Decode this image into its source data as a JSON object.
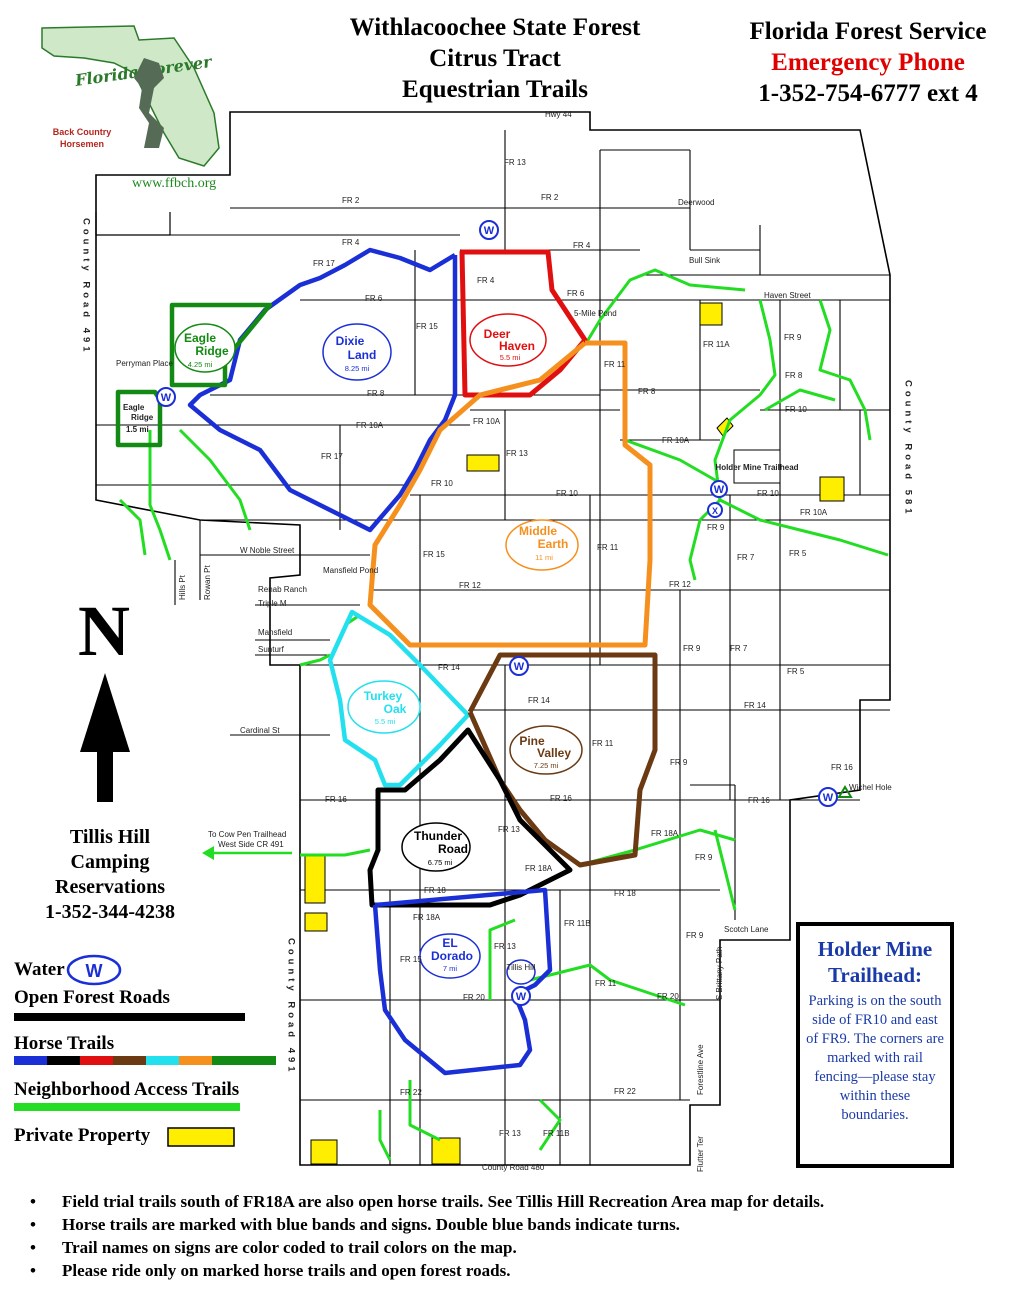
{
  "title": {
    "line1": "Withlacoochee State Forest",
    "line2": "Citrus Tract",
    "line3": "Equestrian Trails"
  },
  "agency": {
    "name": "Florida Forest Service",
    "emergency_label": "Emergency Phone",
    "phone": "1-352-754-6777 ext 4"
  },
  "logo": {
    "script_text": "Florida Forever",
    "org_line1": "Back Country",
    "org_line2": "Horsemen",
    "url": "www.ffbch.org"
  },
  "north": "N",
  "camping": {
    "line1": "Tillis Hill",
    "line2": "Camping",
    "line3": "Reservations",
    "phone": "1-352-344-4238"
  },
  "legend": {
    "water": "Water",
    "water_symbol": "W",
    "roads": "Open Forest Roads",
    "horse": "Horse Trails",
    "access": "Neighborhood Access Trails",
    "private": "Private Property",
    "colors": {
      "water": "#1b2fd6",
      "roads": "#000000",
      "access": "#22dd22",
      "private": "#ffee00"
    },
    "horse_colors": [
      "#1b2fd6",
      "#000000",
      "#e01010",
      "#6b3a12",
      "#22e0ee",
      "#f5901e",
      "#138a13"
    ]
  },
  "holder": {
    "heading1": "Holder Mine",
    "heading2": "Trailhead:",
    "body": "Parking is on the south side of  FR10 and east of FR9. The corners are marked with rail fencing—please stay within these boundaries."
  },
  "notes": [
    "Field trial trails south of FR18A are also open horse trails.  See Tillis Hill Recreation Area map for details.",
    "Horse trails are marked with blue bands and signs.  Double blue bands indicate turns.",
    "Trail names on signs are color coded to trail  colors on the map.",
    "Please ride only on marked horse trails and open forest roads."
  ],
  "trails": [
    {
      "name1": "Deer",
      "name2": "Haven",
      "miles": "5.5 mi",
      "color": "#e01010"
    },
    {
      "name1": "Dixie",
      "name2": "Land",
      "miles": "8.25 mi",
      "color": "#1b2fd6"
    },
    {
      "name1": "Eagle",
      "name2": "Ridge",
      "miles": "4.25 mi",
      "color": "#138a13"
    },
    {
      "name1": "Eagle",
      "name2": "Ridge",
      "miles": "1.5 mi",
      "color": "#138a13"
    },
    {
      "name1": "Middle",
      "name2": "Earth",
      "miles": "11 mi",
      "color": "#f5901e"
    },
    {
      "name1": "Turkey",
      "name2": "Oak",
      "miles": "5.5 mi",
      "color": "#22e0ee"
    },
    {
      "name1": "Pine",
      "name2": "Valley",
      "miles": "7.25 mi",
      "color": "#6b3a12"
    },
    {
      "name1": "Thunder",
      "name2": "Road",
      "miles": "6.75 mi",
      "color": "#000000"
    },
    {
      "name1": "EL",
      "name2": "Dorado",
      "miles": "7 mi",
      "color": "#1b2fd6"
    }
  ],
  "places": {
    "hwy44": "Hwy 44",
    "deerwood": "Deerwood",
    "bull_sink": "Bull Sink",
    "haven_street": "Haven Street",
    "five_mile_pond": "5-Mile Pond",
    "perryman_place": "Perryman Place",
    "holder_mine": "Holder Mine Trailhead",
    "noble_street": "W Noble Street",
    "hills_pt": "Hills Pt",
    "rowan_pt": "Rowan Pt",
    "mansfield_pond": "Mansfield Pond",
    "renab_ranch": "Renab Ranch",
    "triple_m": "Triple M",
    "mansfield": "Mansfield",
    "sunturf": "Sunturf",
    "cardinal_st": "Cardinal St",
    "cow_pen": "To Cow Pen Trailhead",
    "cow_pen2": "West Side CR 491",
    "scotch_lane": "Scotch Lane",
    "s_brittany": "S Brittany Path",
    "forestline": "Forestline Ave",
    "flutter_ter": "Flutter Ter",
    "cr480": "County Road 480",
    "cr491": "County Road 491",
    "cr581": "County Road 581",
    "tillis_hill": "Tillis Hill",
    "wichel_hole": "Wichel Hole"
  },
  "roads": {
    "fr2": "FR 2",
    "fr4": "FR 4",
    "fr5": "FR 5",
    "fr6": "FR 6",
    "fr7": "FR 7",
    "fr8": "FR 8",
    "fr9": "FR 9",
    "fr10": "FR 10",
    "fr10a": "FR 10A",
    "fr11": "FR 11",
    "fr11a": "FR 11A",
    "fr11b": "FR 11B",
    "fr12": "FR 12",
    "fr13": "FR 13",
    "fr14": "FR 14",
    "fr15": "FR 15",
    "fr16": "FR 16",
    "fr17": "FR 17",
    "fr18": "FR 18",
    "fr18a": "FR 18A",
    "fr20": "FR 20",
    "fr22": "FR 22"
  }
}
